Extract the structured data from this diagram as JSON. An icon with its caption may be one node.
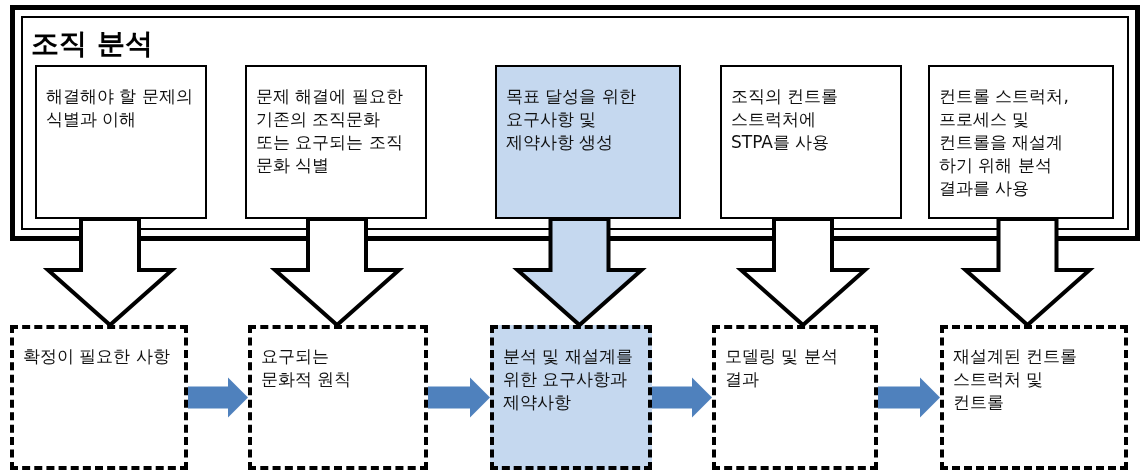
{
  "diagram": {
    "nodes": [
      {
        "text": [
          "조직 분석"
        ]
      },
      {
        "text": [
          "해결해야 할 문제의 식별과 이해"
        ],
        "in": 0
      },
      {
        "text": [
          "문제 해결에 필요한 기존의 조직문화 또는 요구되는 조직 문화 식별"
        ],
        "in": 0
      },
      {
        "text": [
          "목표 달성을 위한 요구사항 및 제약사항 생성"
        ],
        "in": 0
      },
      {
        "text": [
          "조직의 컨트롤 스트럭처에 STPA를 사용"
        ],
        "in": 0
      },
      {
        "text": [
          "컨트롤 스트럭처, 프로세스 및 컨트롤을 재설계 하기 위해 분석 결과를 사용"
        ],
        "in": 0
      },
      {
        "text": [
          "확정이 필요한 사항"
        ]
      },
      {
        "text": [
          "요구되는 문화적 원칙"
        ]
      },
      {
        "text": [
          "분석 및 재설계를 위한 요구사항과 제약사항"
        ]
      },
      {
        "text": [
          "모델링 및 분석 결과"
        ]
      },
      {
        "text": [
          "재설계된 컨트롤 스트럭처 및 컨트롤"
        ]
      }
    ],
    "edges": [
      {
        "from": 1,
        "to": 6,
        "arrow": "to",
        "style": "thick"
      },
      {
        "from": 2,
        "to": 7,
        "arrow": "to",
        "style": "thick"
      },
      {
        "from": 3,
        "to": 8,
        "arrow": "to",
        "style": "thick",
        "color": "#c5d8ef"
      },
      {
        "from": 4,
        "to": 9,
        "arrow": "to",
        "style": "thick"
      },
      {
        "from": 5,
        "to": 10,
        "arrow": "to",
        "style": "thick"
      },
      {
        "from": 6,
        "to": 7,
        "arrow": "to",
        "color": "#4f81bd"
      },
      {
        "from": 7,
        "to": 8,
        "arrow": "to",
        "color": "#4f81bd"
      },
      {
        "from": 8,
        "to": 9,
        "arrow": "to",
        "color": "#4f81bd"
      },
      {
        "from": 9,
        "to": 10,
        "arrow": "to",
        "color": "#4f81bd"
      }
    ]
  }
}
